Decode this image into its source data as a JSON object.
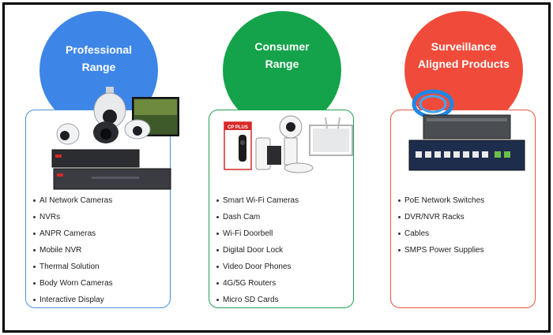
{
  "columns": [
    {
      "heading_line1": "Professional",
      "heading_line2": "Range",
      "color": "#3d86e8",
      "border_color": "#4a90d9",
      "items": [
        "AI Network Cameras",
        "NVRs",
        "ANPR Cameras",
        "Mobile NVR",
        "Thermal Solution",
        "Body Worn Cameras",
        "Interactive Display"
      ],
      "image_icons": [
        "dome-camera-icon",
        "bullet-camera-icon",
        "nvr-recorder-icon",
        "display-monitor-icon"
      ]
    },
    {
      "heading_line1": "Consumer",
      "heading_line2": "Range",
      "color": "#14a34a",
      "border_color": "#1ea24e",
      "brand_logo": "CP PLUS",
      "items": [
        "Smart Wi-Fi Cameras",
        "Dash Cam",
        "Wi-Fi Doorbell",
        "Digital Door Lock",
        "Video Door Phones",
        "4G/5G Routers",
        "Micro SD Cards"
      ],
      "image_icons": [
        "cp-plus-box-icon",
        "doorbell-icon",
        "wifi-camera-icon",
        "router-icon",
        "video-door-phone-icon"
      ]
    },
    {
      "heading_line1": "Surveillance",
      "heading_line2": "Aligned Products",
      "color": "#f04b3a",
      "border_color": "#e8563f",
      "items": [
        "PoE Network Switches",
        "DVR/NVR Racks",
        "Cables",
        "SMPS Power Supplies"
      ],
      "image_icons": [
        "network-cable-icon",
        "dvr-rack-icon",
        "poe-switch-icon"
      ]
    }
  ]
}
